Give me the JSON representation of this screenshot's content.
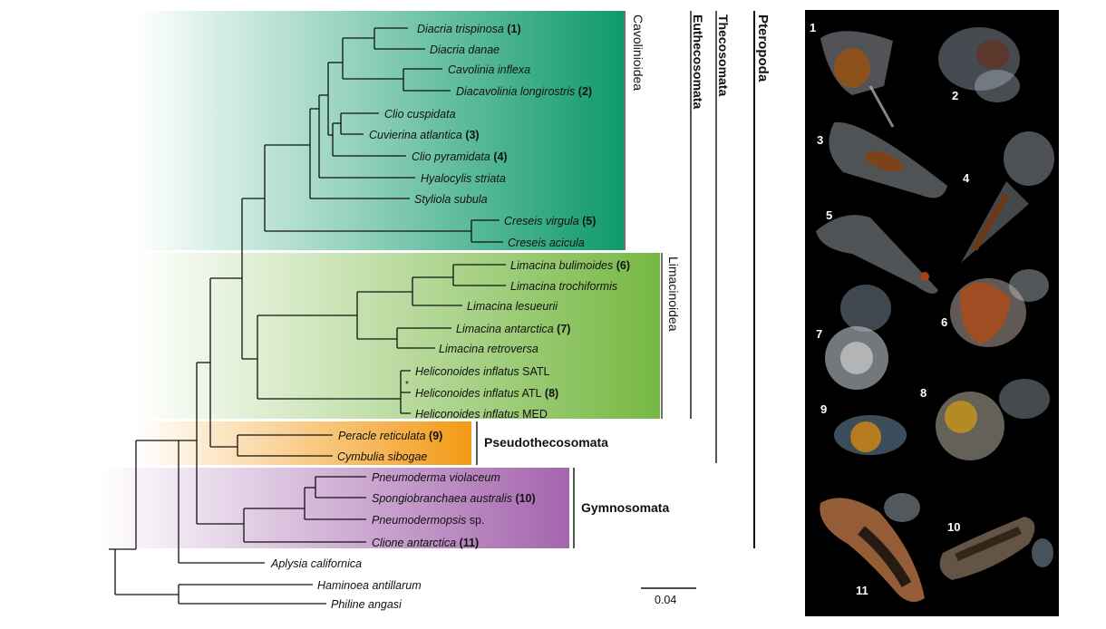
{
  "taxa": [
    {
      "id": "t1",
      "name": "Diacria trispinosa",
      "tag": "(1)"
    },
    {
      "id": "t2",
      "name": "Diacria danae",
      "tag": ""
    },
    {
      "id": "t3",
      "name": "Cavolinia inflexa",
      "tag": ""
    },
    {
      "id": "t4",
      "name": "Diacavolinia longirostris",
      "tag": "(2)"
    },
    {
      "id": "t5",
      "name": "Clio cuspidata",
      "tag": ""
    },
    {
      "id": "t6",
      "name": "Cuvierina atlantica",
      "tag": "(3)"
    },
    {
      "id": "t7",
      "name": "Clio pyramidata",
      "tag": "(4)"
    },
    {
      "id": "t8",
      "name": "Hyalocylis striata",
      "tag": ""
    },
    {
      "id": "t9",
      "name": "Styliola subula",
      "tag": ""
    },
    {
      "id": "t10",
      "name": "Creseis virgula",
      "tag": "(5)"
    },
    {
      "id": "t11",
      "name": "Creseis acicula",
      "tag": ""
    },
    {
      "id": "t12",
      "name": "Limacina bulimoides",
      "tag": "(6)"
    },
    {
      "id": "t13",
      "name": "Limacina trochiformis",
      "tag": ""
    },
    {
      "id": "t14",
      "name": "Limacina lesueurii",
      "tag": ""
    },
    {
      "id": "t15",
      "name": "Limacina antarctica",
      "tag": "(7)"
    },
    {
      "id": "t16",
      "name": "Limacina retroversa",
      "tag": ""
    },
    {
      "id": "t17",
      "name": "Heliconoides inflatus",
      "suffix": "SATL",
      "tag": ""
    },
    {
      "id": "t18",
      "name": "Heliconoides inflatus",
      "suffix": "ATL",
      "tag": "(8)"
    },
    {
      "id": "t19",
      "name": "Heliconoides inflatus",
      "suffix": "MED",
      "tag": ""
    },
    {
      "id": "t20",
      "name": "Peracle reticulata",
      "tag": "(9)"
    },
    {
      "id": "t21",
      "name": "Cymbulia sibogae",
      "tag": ""
    },
    {
      "id": "t22",
      "name": "Pneumoderma violaceum",
      "tag": ""
    },
    {
      "id": "t23",
      "name": "Spongiobranchaea australis",
      "tag": "(10)"
    },
    {
      "id": "t24",
      "name": "Pneumodermopsis",
      "suffix": "sp.",
      "tag": ""
    },
    {
      "id": "t25",
      "name": "Clione antarctica",
      "tag": "(11)"
    },
    {
      "id": "t26",
      "name": "Aplysia californica",
      "tag": ""
    },
    {
      "id": "t27",
      "name": "Haminoea antillarum",
      "tag": ""
    },
    {
      "id": "t28",
      "name": "Philine angasi",
      "tag": ""
    }
  ],
  "superfamilies": {
    "cavolinioidea": "Cavolinioidea",
    "limacinoidea": "Limacinoidea"
  },
  "orders": {
    "euthecosomata": "Euthecosomata",
    "thecosomata": "Thecosomata",
    "pteropoda": "Pteropoda",
    "pseudothecosomata": "Pseudothecosomata",
    "gymnosomata": "Gymnosomata"
  },
  "node_marker": "*",
  "scale_bar": {
    "label": "0.04"
  },
  "photo_numbers": [
    "1",
    "2",
    "3",
    "4",
    "5",
    "6",
    "7",
    "8",
    "9",
    "10",
    "11"
  ],
  "colors": {
    "cavolinioidea": "#0f9a6a",
    "limacinoidea": "#76b843",
    "pseudothecosomata": "#f39a16",
    "gymnosomata": "#a465ad",
    "photo_panel": "#000000"
  }
}
